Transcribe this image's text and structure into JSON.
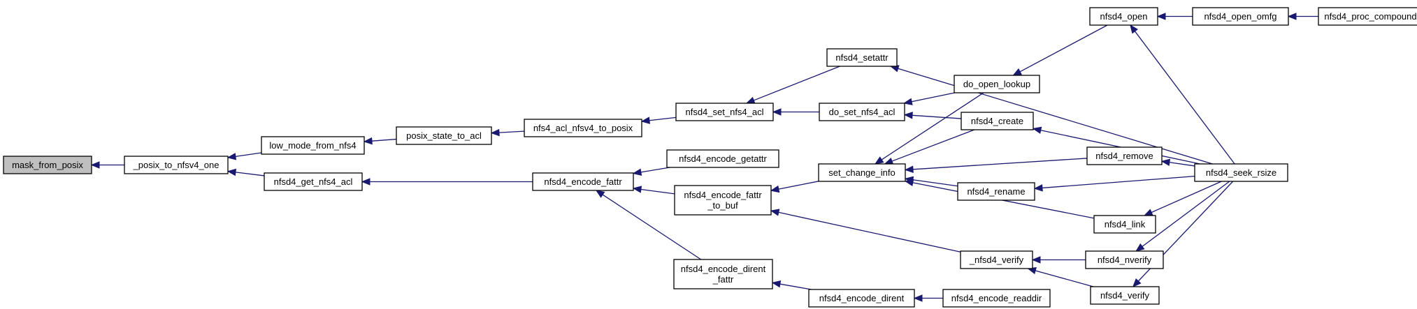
{
  "graph": {
    "nodes": [
      {
        "id": "mask_from_posix",
        "lines": [
          "mask_from_posix"
        ],
        "current": true
      },
      {
        "id": "_posix_to_nfsv4_one",
        "lines": [
          "_posix_to_nfsv4_one"
        ]
      },
      {
        "id": "low_mode_from_nfs4",
        "lines": [
          "low_mode_from_nfs4"
        ]
      },
      {
        "id": "nfsd4_get_nfs4_acl",
        "lines": [
          "nfsd4_get_nfs4_acl"
        ]
      },
      {
        "id": "posix_state_to_acl",
        "lines": [
          "posix_state_to_acl"
        ]
      },
      {
        "id": "nfs4_acl_nfsv4_to_posix",
        "lines": [
          "nfs4_acl_nfsv4_to_posix"
        ]
      },
      {
        "id": "nfsd4_set_nfs4_acl",
        "lines": [
          "nfsd4_set_nfs4_acl"
        ]
      },
      {
        "id": "nfsd4_encode_fattr",
        "lines": [
          "nfsd4_encode_fattr"
        ]
      },
      {
        "id": "nfsd4_encode_getattr",
        "lines": [
          "nfsd4_encode_getattr"
        ]
      },
      {
        "id": "nfsd4_encode_fattr_to_buf",
        "lines": [
          "nfsd4_encode_fattr",
          "_to_buf"
        ]
      },
      {
        "id": "nfsd4_encode_dirent_fattr",
        "lines": [
          "nfsd4_encode_dirent",
          "_fattr"
        ]
      },
      {
        "id": "nfsd4_setattr",
        "lines": [
          "nfsd4_setattr"
        ]
      },
      {
        "id": "do_set_nfs4_acl",
        "lines": [
          "do_set_nfs4_acl"
        ]
      },
      {
        "id": "set_change_info",
        "lines": [
          "set_change_info"
        ]
      },
      {
        "id": "nfsd4_encode_dirent",
        "lines": [
          "nfsd4_encode_dirent"
        ]
      },
      {
        "id": "do_open_lookup",
        "lines": [
          "do_open_lookup"
        ]
      },
      {
        "id": "nfsd4_create",
        "lines": [
          "nfsd4_create"
        ]
      },
      {
        "id": "nfsd4_rename",
        "lines": [
          "nfsd4_rename"
        ]
      },
      {
        "id": "_nfsd4_verify",
        "lines": [
          "_nfsd4_verify"
        ]
      },
      {
        "id": "nfsd4_encode_readdir",
        "lines": [
          "nfsd4_encode_readdir"
        ]
      },
      {
        "id": "nfsd4_open",
        "lines": [
          "nfsd4_open"
        ]
      },
      {
        "id": "nfsd4_remove",
        "lines": [
          "nfsd4_remove"
        ]
      },
      {
        "id": "nfsd4_link",
        "lines": [
          "nfsd4_link"
        ]
      },
      {
        "id": "nfsd4_nverify",
        "lines": [
          "nfsd4_nverify"
        ]
      },
      {
        "id": "nfsd4_verify",
        "lines": [
          "nfsd4_verify"
        ]
      },
      {
        "id": "nfsd4_open_omfg",
        "lines": [
          "nfsd4_open_omfg"
        ]
      },
      {
        "id": "nfsd4_seek_rsize",
        "lines": [
          "nfsd4_seek_rsize"
        ]
      },
      {
        "id": "nfsd4_proc_compound",
        "lines": [
          "nfsd4_proc_compound"
        ]
      }
    ],
    "edges": [
      {
        "from": "_posix_to_nfsv4_one",
        "to": "mask_from_posix"
      },
      {
        "from": "low_mode_from_nfs4",
        "to": "_posix_to_nfsv4_one"
      },
      {
        "from": "nfsd4_get_nfs4_acl",
        "to": "_posix_to_nfsv4_one"
      },
      {
        "from": "posix_state_to_acl",
        "to": "low_mode_from_nfs4"
      },
      {
        "from": "nfsd4_encode_fattr",
        "to": "nfsd4_get_nfs4_acl"
      },
      {
        "from": "nfs4_acl_nfsv4_to_posix",
        "to": "posix_state_to_acl"
      },
      {
        "from": "nfsd4_set_nfs4_acl",
        "to": "nfs4_acl_nfsv4_to_posix"
      },
      {
        "from": "nfsd4_setattr",
        "to": "nfsd4_set_nfs4_acl"
      },
      {
        "from": "do_set_nfs4_acl",
        "to": "nfsd4_set_nfs4_acl"
      },
      {
        "from": "nfsd4_encode_getattr",
        "to": "nfsd4_encode_fattr"
      },
      {
        "from": "nfsd4_encode_fattr_to_buf",
        "to": "nfsd4_encode_fattr"
      },
      {
        "from": "nfsd4_encode_dirent_fattr",
        "to": "nfsd4_encode_fattr"
      },
      {
        "from": "set_change_info",
        "to": "nfsd4_encode_fattr_to_buf"
      },
      {
        "from": "_nfsd4_verify",
        "to": "nfsd4_encode_fattr_to_buf"
      },
      {
        "from": "nfsd4_encode_dirent",
        "to": "nfsd4_encode_dirent_fattr"
      },
      {
        "from": "nfsd4_seek_rsize",
        "to": "nfsd4_setattr"
      },
      {
        "from": "do_open_lookup",
        "to": "do_set_nfs4_acl"
      },
      {
        "from": "nfsd4_create",
        "to": "do_set_nfs4_acl"
      },
      {
        "from": "do_open_lookup",
        "to": "set_change_info"
      },
      {
        "from": "nfsd4_create",
        "to": "set_change_info"
      },
      {
        "from": "nfsd4_remove",
        "to": "set_change_info"
      },
      {
        "from": "nfsd4_rename",
        "to": "set_change_info"
      },
      {
        "from": "nfsd4_link",
        "to": "set_change_info"
      },
      {
        "from": "nfsd4_encode_readdir",
        "to": "nfsd4_encode_dirent"
      },
      {
        "from": "nfsd4_open",
        "to": "do_open_lookup"
      },
      {
        "from": "nfsd4_seek_rsize",
        "to": "nfsd4_create"
      },
      {
        "from": "nfsd4_seek_rsize",
        "to": "nfsd4_rename"
      },
      {
        "from": "nfsd4_nverify",
        "to": "_nfsd4_verify"
      },
      {
        "from": "nfsd4_verify",
        "to": "_nfsd4_verify"
      },
      {
        "from": "nfsd4_open_omfg",
        "to": "nfsd4_open"
      },
      {
        "from": "nfsd4_seek_rsize",
        "to": "nfsd4_open"
      },
      {
        "from": "nfsd4_seek_rsize",
        "to": "nfsd4_remove"
      },
      {
        "from": "nfsd4_seek_rsize",
        "to": "nfsd4_link"
      },
      {
        "from": "nfsd4_seek_rsize",
        "to": "nfsd4_nverify"
      },
      {
        "from": "nfsd4_seek_rsize",
        "to": "nfsd4_verify"
      },
      {
        "from": "nfsd4_proc_compound",
        "to": "nfsd4_open_omfg"
      }
    ],
    "colors": {
      "edge": "#191970",
      "current_fill": "#bfbfbf",
      "node_fill": "#ffffff",
      "node_stroke": "#000000"
    }
  }
}
